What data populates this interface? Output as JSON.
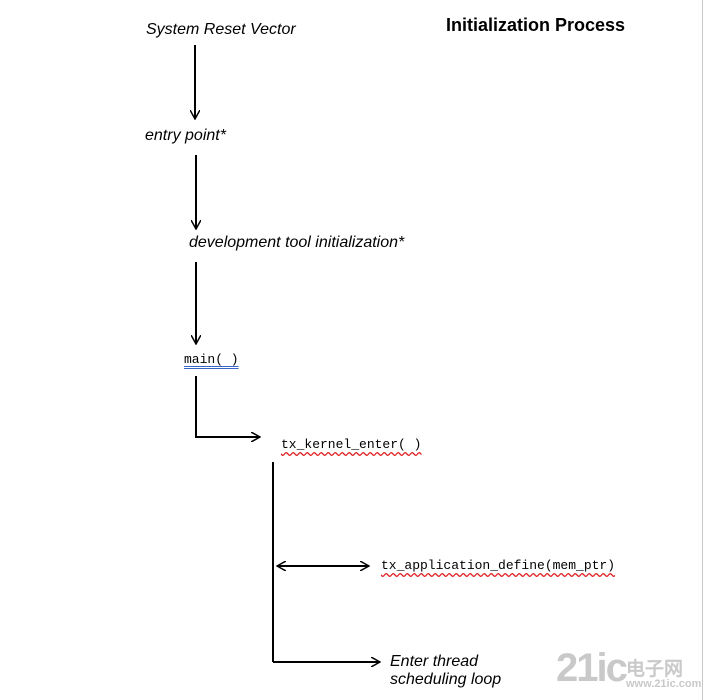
{
  "diagram": {
    "title": "Initialization Process",
    "steps": {
      "reset_vector": "System Reset Vector",
      "entry_point": "entry point*",
      "dev_tool_init": "development tool initialization*",
      "main_call": "main( )",
      "kernel_enter": "tx_kernel_enter( )",
      "app_define": "tx_application_define(mem_ptr)",
      "sched_line1": "Enter thread",
      "sched_line2": "scheduling loop"
    }
  },
  "watermark": {
    "logo": "21ic",
    "cn": "电子网",
    "url": "www.21ic.com"
  },
  "colors": {
    "line": "#000000",
    "spellcheck_underline": "#e02020",
    "grammar_underline": "#3c64c8",
    "watermark": "#c9c9c9"
  }
}
